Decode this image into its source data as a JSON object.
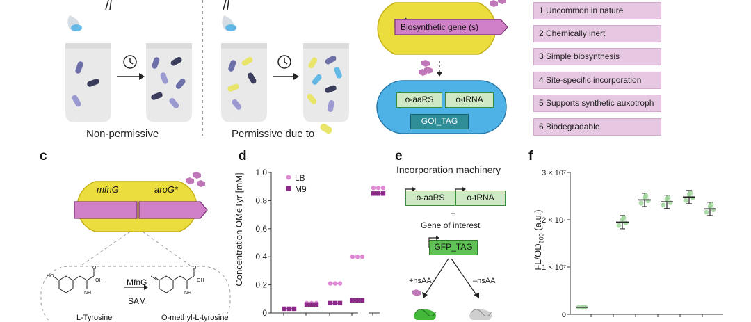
{
  "panel_a": {
    "left_caption": "Non-permissive",
    "right_caption": "Permissive due to"
  },
  "panel_b": {
    "biosynthetic_gene": "Biosynthetic gene (s)",
    "oaars": "o-aaRS",
    "otrna": "o-tRNA",
    "goi_tag": "GOI_TAG",
    "properties": [
      "1  Uncommon in nature",
      "2  Chemically inert",
      "3  Simple biosynthesis",
      "4  Site-specific incorporation",
      "5  Supports synthetic auxotroph",
      "6  Biodegradable"
    ]
  },
  "panel_c": {
    "letter": "c",
    "gene1": "mfnG",
    "gene2": "aroG*",
    "enzyme": "MfnG",
    "cofactor": "SAM",
    "substrate": "L-Tyrosine",
    "product": "O-methyl-L-tyrosine"
  },
  "panel_d": {
    "letter": "d",
    "ylabel": "Concentration OMeTyr [mM]",
    "legend": [
      "LB",
      "M9"
    ],
    "chart_data": {
      "type": "scatter",
      "ylabel": "Concentration OMeTyr [mM]",
      "ylim": [
        0,
        1.0
      ],
      "yticks": [
        "0",
        "0.2",
        "0.4",
        "0.6",
        "0.8",
        "1.0"
      ],
      "series": [
        {
          "name": "LB",
          "color": "#e08ad6",
          "means": [
            0.03,
            0.07,
            0.21,
            0.4,
            0.89
          ]
        },
        {
          "name": "M9",
          "color": "#8a2a86",
          "means": [
            0.03,
            0.06,
            0.07,
            0.09,
            0.85
          ]
        }
      ]
    }
  },
  "panel_e": {
    "letter": "e",
    "title": "Incorporation machinery",
    "oaars": "o-aaRS",
    "otrna": "o-tRNA",
    "plus": "+",
    "goi": "Gene of interest",
    "gfp": "GFP_TAG",
    "plus_nsaa": "+nsAA",
    "minus_nsaa": "–nsAA"
  },
  "panel_f": {
    "letter": "f",
    "ylabel_main": "FL/OD",
    "ylabel_sub": "600",
    "ylabel_unit": " (a.u.)",
    "chart_data": {
      "type": "scatter",
      "ylabel": "FL/OD600 (a.u.)",
      "yticks": [
        "0",
        "1 × 10⁷",
        "2 × 10⁷",
        "3 × 10⁷"
      ],
      "ylim": [
        0,
        30000000
      ],
      "means": [
        1500000,
        19500000,
        24200000,
        23800000,
        24800000,
        22300000
      ],
      "color": "#9fd59a"
    }
  }
}
